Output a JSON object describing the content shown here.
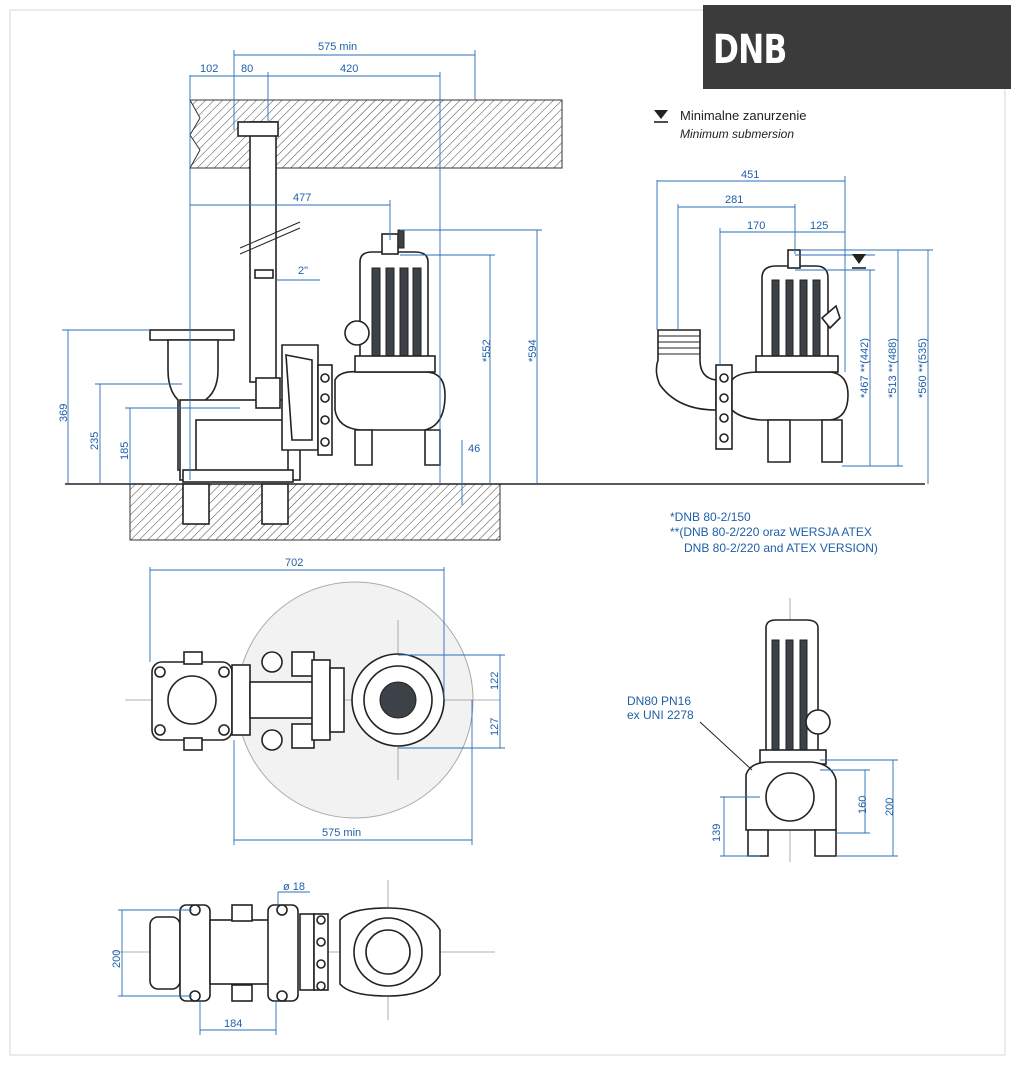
{
  "title": "DNB",
  "legend": {
    "icon": "submersion-level-icon",
    "text_pl": "Minimalne zanurzenie",
    "text_en": "Minimum submersion"
  },
  "notes": {
    "line1": "*DNB 80-2/150",
    "line2": "**(DNB 80-2/220 oraz WERSJA  ATEX",
    "line3": "DNB 80-2/220 and ATEX VERSION)"
  },
  "flange": {
    "line1": "DN80 PN16",
    "line2": "ex UNI 2278"
  },
  "side_view": {
    "dims": {
      "d575min": "575 min",
      "d102": "102",
      "d80": "80",
      "d420": "420",
      "d477": "477",
      "d2in": "2\"",
      "d552": "*552",
      "d594": "*594",
      "d369": "369",
      "d235": "235",
      "d185": "185",
      "d46": "46"
    }
  },
  "front_view": {
    "dims": {
      "d451": "451",
      "d281": "281",
      "d170": "170",
      "d125": "125",
      "d467": "*467 **(442)",
      "d513": "*513 **(488)",
      "d560": "*560 **(535)"
    }
  },
  "top_view": {
    "dims": {
      "d702": "702",
      "d122": "122",
      "d127": "127",
      "d575min": "575 min"
    }
  },
  "small_front": {
    "dims": {
      "d139": "139",
      "d160": "160",
      "d200": "200"
    }
  },
  "base_view": {
    "dims": {
      "d18": "ø 18",
      "d200": "200",
      "d184": "184"
    }
  },
  "colors": {
    "background": "#ffffff",
    "dimension": "#1f5fa8",
    "badge": "#3b3b3b",
    "badge_text": "#ffffff"
  }
}
